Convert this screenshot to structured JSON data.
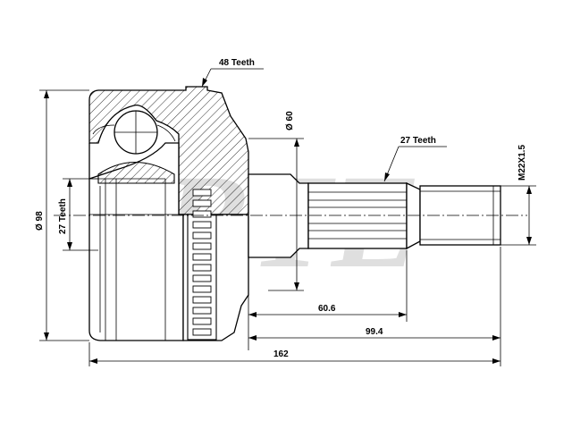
{
  "watermark": "BTE",
  "labels": {
    "outer_teeth": "48 Teeth",
    "inner_teeth": "27 Teeth",
    "shaft_teeth": "27 Teeth",
    "outer_diameter": "Ø 98",
    "seal_diameter": "Ø 60",
    "thread": "M22X1.5",
    "shaft_length": "60.6",
    "stub_length": "99.4",
    "overall_length": "162"
  }
}
